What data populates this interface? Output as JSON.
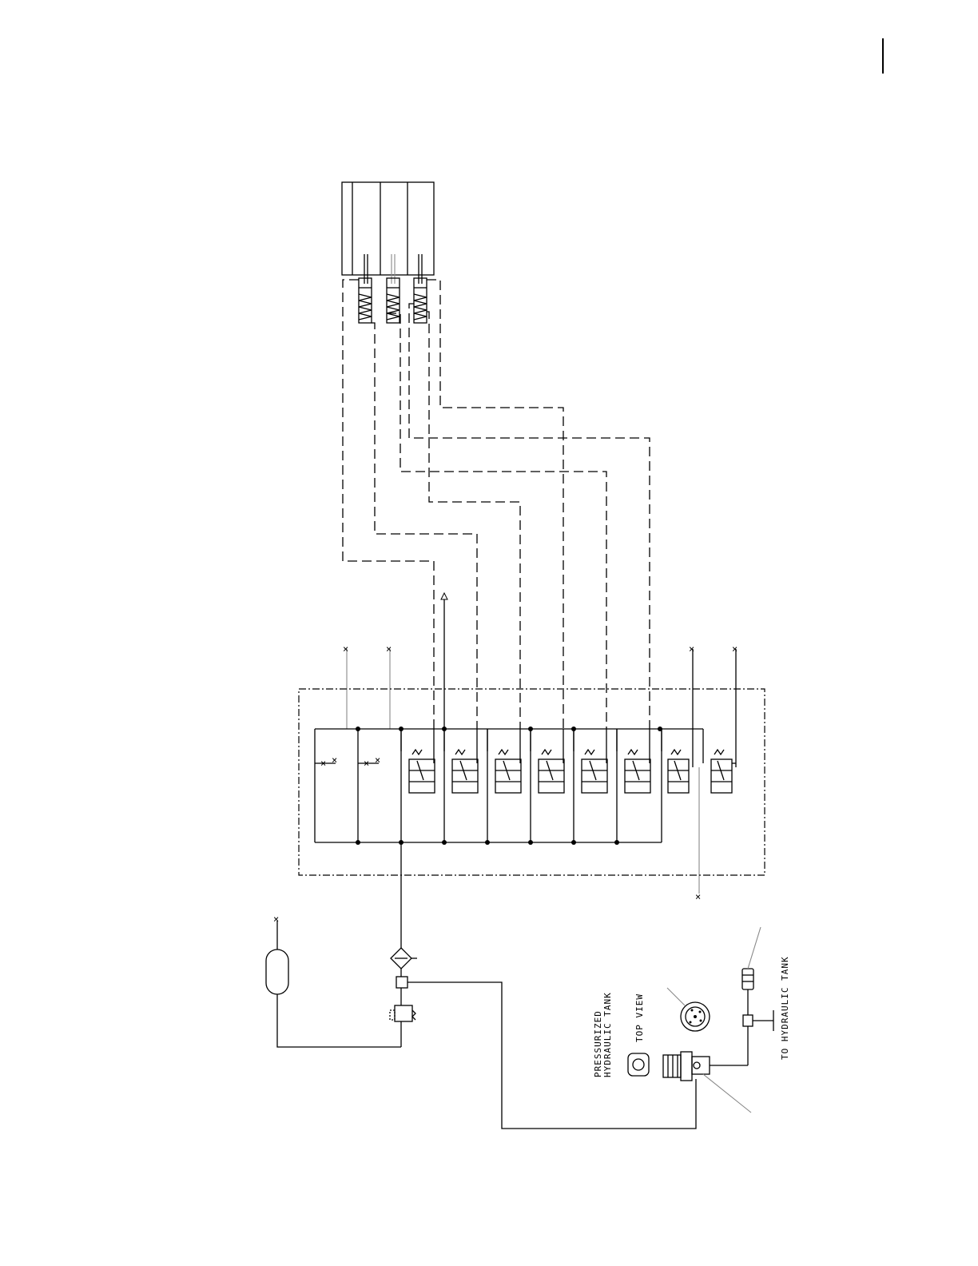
{
  "labels": {
    "pressurized_tank_line1": "PRESSURIZED",
    "pressurized_tank_line2": "HYDRAULIC TANK",
    "top_view": "TOP VIEW",
    "to_hydraulic_tank": "TO HYDRAULIC TANK"
  },
  "diagram": {
    "valve_count": 8,
    "cylinder_count": 3,
    "line_styles": [
      "solid",
      "dashed",
      "dash-dot"
    ]
  }
}
